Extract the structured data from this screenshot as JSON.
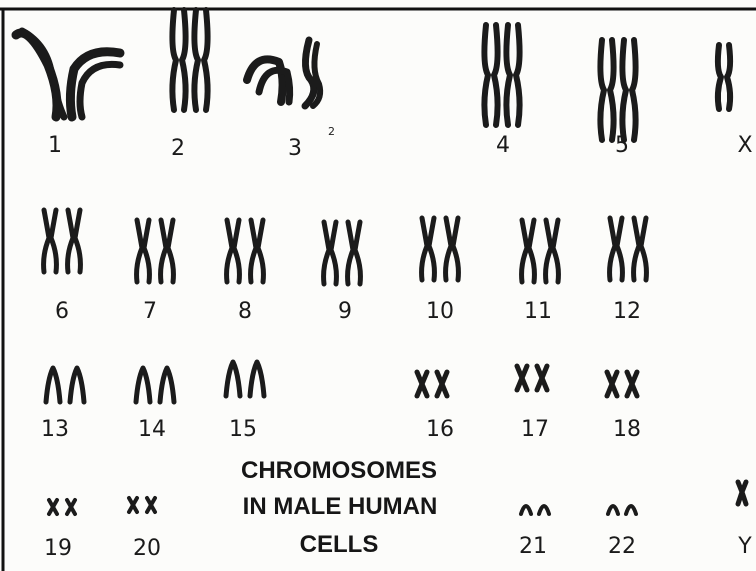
{
  "colors": {
    "ink": "#1b1b1b",
    "paper": "#fcfcfa",
    "border": "#111111"
  },
  "caption": {
    "line1": "CHROMOSOMES",
    "line2": "IN MALE HUMAN",
    "line3": "CELLS"
  },
  "stray_mark": "2",
  "chromosomes": [
    {
      "id": "1",
      "label": "1",
      "shape": "bent-long"
    },
    {
      "id": "2",
      "label": "2",
      "shape": "tall-pair"
    },
    {
      "id": "3",
      "label": "3",
      "shape": "bent-medium"
    },
    {
      "id": "4",
      "label": "4",
      "shape": "tall-pair"
    },
    {
      "id": "5",
      "label": "5",
      "shape": "tall-pair"
    },
    {
      "id": "x",
      "label": "X",
      "shape": "single"
    },
    {
      "id": "6",
      "label": "6",
      "shape": "x-pair"
    },
    {
      "id": "7",
      "label": "7",
      "shape": "x-pair"
    },
    {
      "id": "8",
      "label": "8",
      "shape": "x-pair"
    },
    {
      "id": "9",
      "label": "9",
      "shape": "x-pair"
    },
    {
      "id": "10",
      "label": "10",
      "shape": "x-pair"
    },
    {
      "id": "11",
      "label": "11",
      "shape": "x-pair"
    },
    {
      "id": "12",
      "label": "12",
      "shape": "x-pair"
    },
    {
      "id": "13",
      "label": "13",
      "shape": "acrocentric"
    },
    {
      "id": "14",
      "label": "14",
      "shape": "acrocentric"
    },
    {
      "id": "15",
      "label": "15",
      "shape": "acrocentric"
    },
    {
      "id": "16",
      "label": "16",
      "shape": "small-x"
    },
    {
      "id": "17",
      "label": "17",
      "shape": "small-x"
    },
    {
      "id": "18",
      "label": "18",
      "shape": "small-x"
    },
    {
      "id": "19",
      "label": "19",
      "shape": "tiny-x"
    },
    {
      "id": "20",
      "label": "20",
      "shape": "tiny-x"
    },
    {
      "id": "21",
      "label": "21",
      "shape": "tiny-acro"
    },
    {
      "id": "22",
      "label": "22",
      "shape": "tiny-acro"
    },
    {
      "id": "y",
      "label": "Y",
      "shape": "small-single"
    }
  ]
}
